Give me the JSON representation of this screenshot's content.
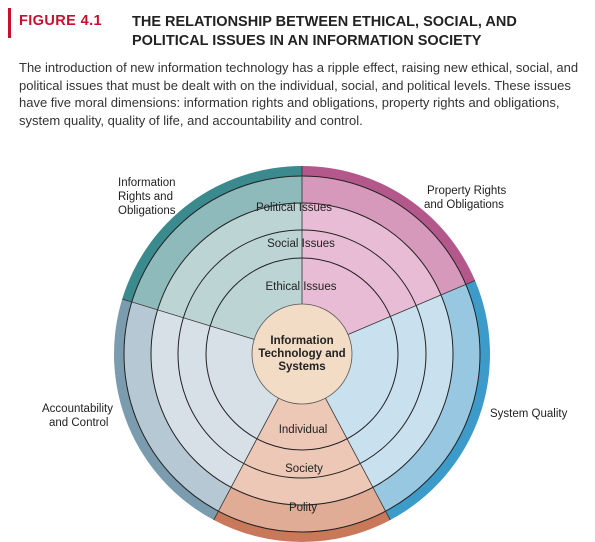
{
  "figure": {
    "label": "FIGURE 4.1",
    "title": "THE RELATIONSHIP BETWEEN ETHICAL, SOCIAL, AND POLITICAL ISSUES IN AN INFORMATION SOCIETY",
    "caption": "The introduction of new information technology has a ripple effect, raising new ethical, social, and political issues that must be dealt with on the individual, social, and political levels. These issues have five moral dimensions: information rights and obligations, property rights and obligations, system quality, quality of life, and accountability and control."
  },
  "diagram": {
    "center": {
      "line1": "Information",
      "line2": "Technology and",
      "line3": "Systems"
    },
    "issues": {
      "ethical": "Ethical Issues",
      "social": "Social Issues",
      "political": "Political Issues"
    },
    "levels": {
      "individual": "Individual",
      "society": "Society",
      "polity": "Polity"
    },
    "dimensions": {
      "information_rights": {
        "line1": "Information",
        "line2": "Rights and",
        "line3": "Obligations"
      },
      "property_rights": {
        "line1": "Property Rights",
        "line2": "and Obligations"
      },
      "system_quality": "System Quality",
      "accountability": {
        "line1": "Accountability",
        "line2": "and Control"
      }
    },
    "colors": {
      "teal": "#3a8a8e",
      "magenta": "#b4588c",
      "blue": "#3d9bc9",
      "orange": "#c9785a",
      "steel": "#7a9cae",
      "center": "#f2dcc6"
    }
  }
}
